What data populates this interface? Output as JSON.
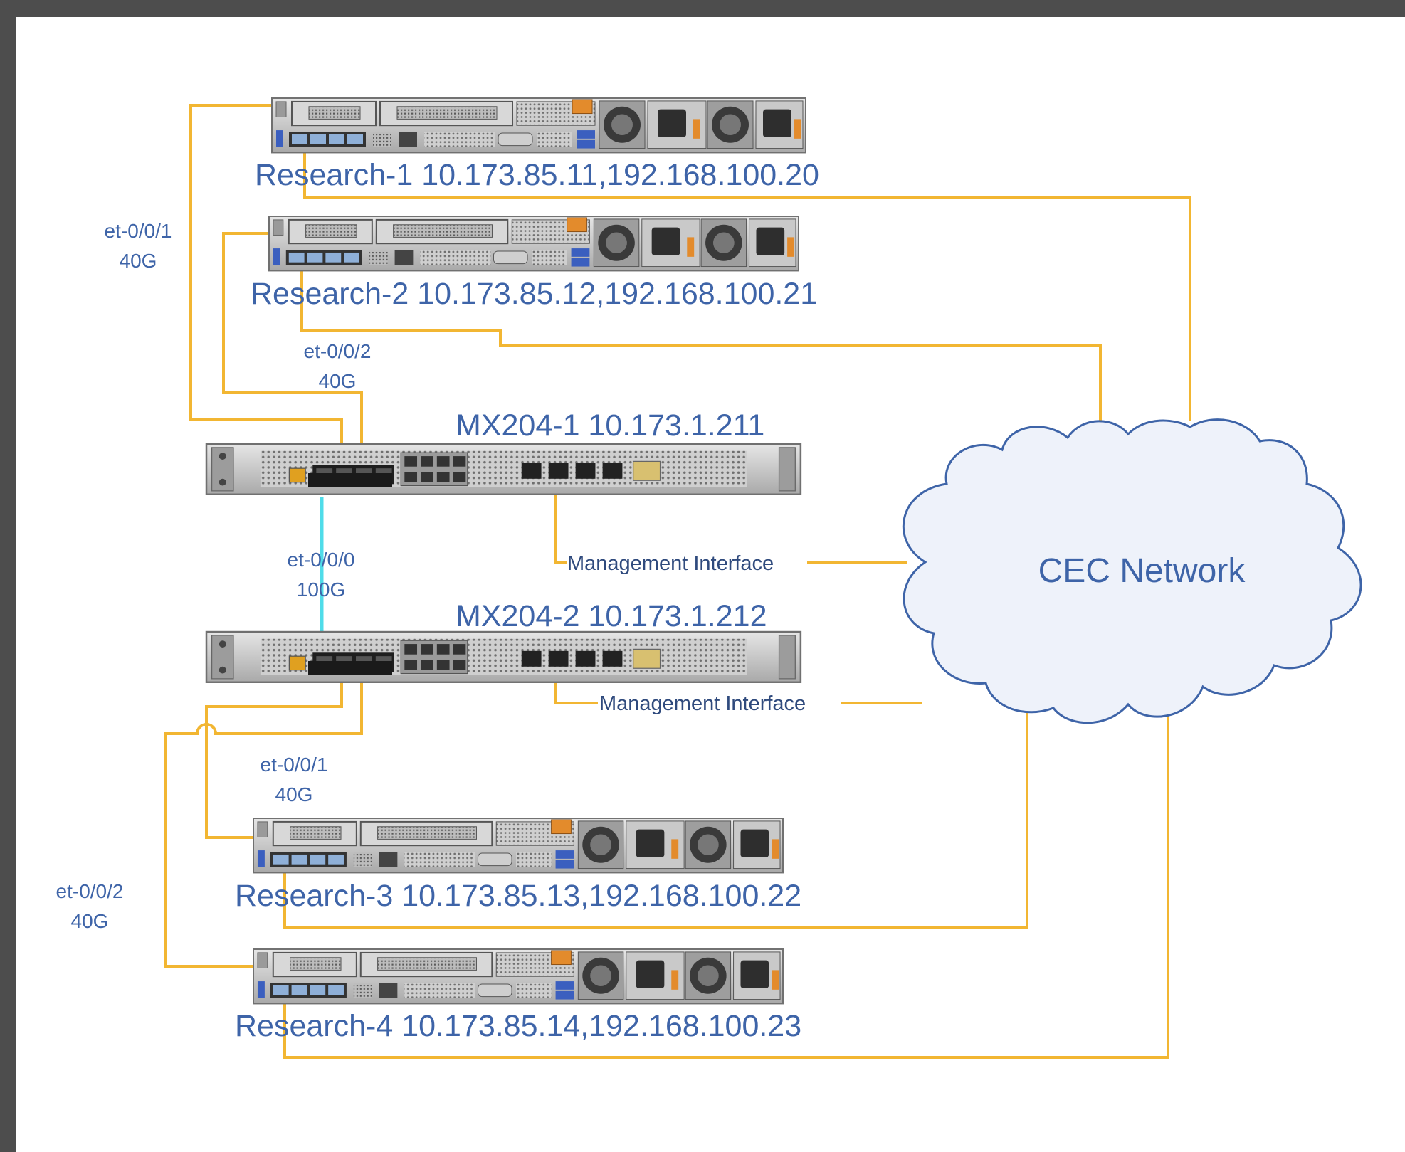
{
  "colors": {
    "frame": "#4d4d4d",
    "canvas": "#ffffff",
    "label_text": "#3e64a8",
    "cable_yellow": "#f2b632",
    "cable_cyan": "#4fdce9",
    "cloud_fill": "#eef2fa",
    "cloud_stroke": "#3e64a8"
  },
  "servers": [
    {
      "label": "Research-1 10.173.85.11,192.168.100.20"
    },
    {
      "label": "Research-2 10.173.85.12,192.168.100.21"
    },
    {
      "label": "Research-3 10.173.85.13,192.168.100.22"
    },
    {
      "label": "Research-4 10.173.85.14,192.168.100.23"
    }
  ],
  "routers": [
    {
      "label": "MX204-1 10.173.1.211",
      "mgmt_label": "Management Interface"
    },
    {
      "label": "MX204-2 10.173.1.212",
      "mgmt_label": "Management Interface"
    }
  ],
  "ports": {
    "r1_et1": {
      "name": "et-0/0/1",
      "speed": "40G"
    },
    "r1_et2": {
      "name": "et-0/0/2",
      "speed": "40G"
    },
    "interconnect": {
      "name": "et-0/0/0",
      "speed": "100G"
    },
    "r2_et1": {
      "name": "et-0/0/1",
      "speed": "40G"
    },
    "r2_et2": {
      "name": "et-0/0/2",
      "speed": "40G"
    }
  },
  "cloud": {
    "label": "CEC Network",
    "icon": "cloud-icon"
  },
  "icons": {
    "server": "rack-server-icon",
    "router": "router-chassis-icon"
  }
}
